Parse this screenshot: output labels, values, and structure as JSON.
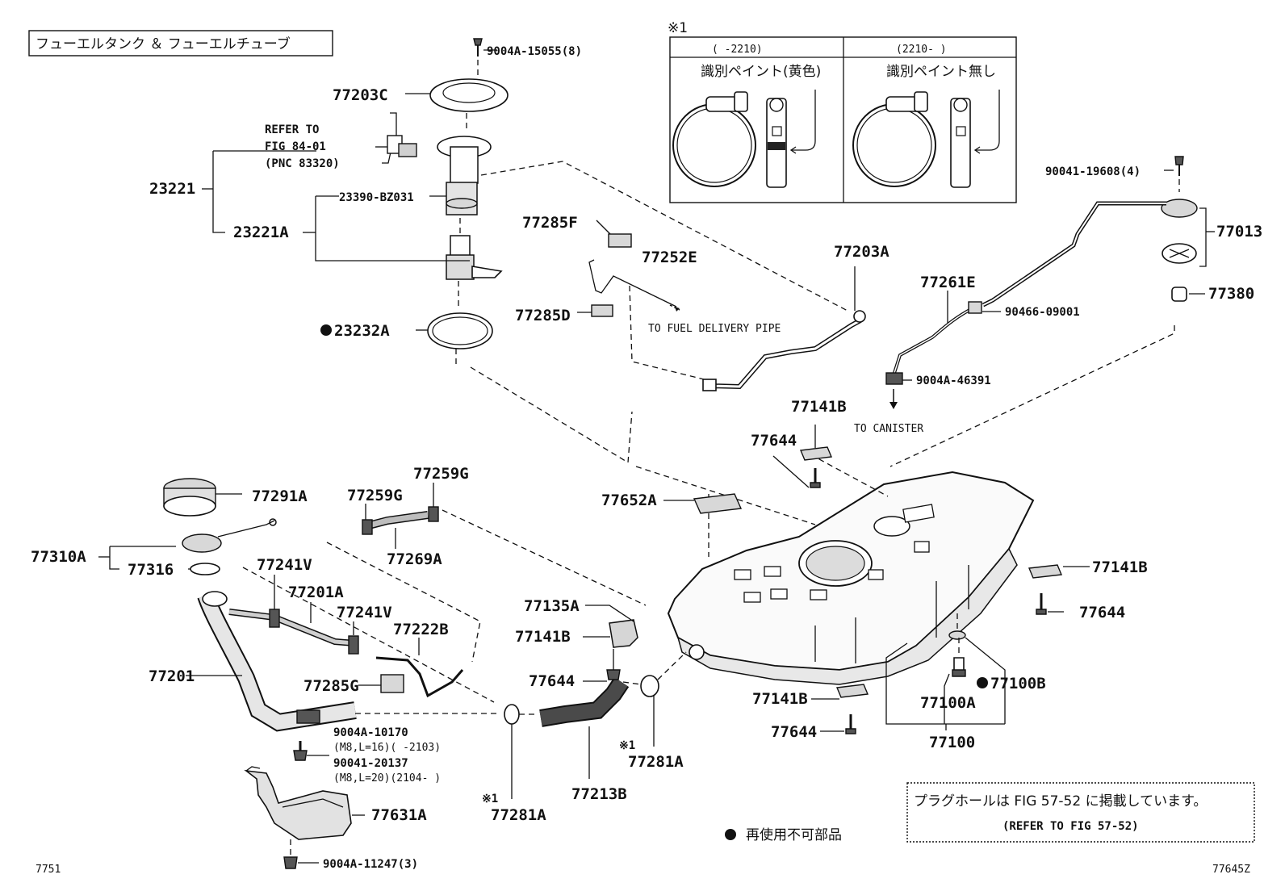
{
  "title": "フューエルタンク ＆ フューエルチューブ",
  "footer_left": "7751",
  "footer_right": "77645Z",
  "legend": {
    "marker": "●",
    "text": "再使用不可部品"
  },
  "note": {
    "line1": "プラグホールは FIG 57-52 に掲載しています。",
    "line2": "(REFER TO FIG 57-52)"
  },
  "inset": {
    "ref": "※1",
    "left_range": "(     -2210)",
    "right_range": "(2210-     )",
    "left_desc": "識別ペイント(黄色)",
    "right_desc": "識別ペイント無し"
  },
  "refer_to": {
    "line1": "REFER TO",
    "line2": "FIG 84-01",
    "line3": "(PNC 83320)"
  },
  "destinations": {
    "fuel_pipe": "TO FUEL DELIVERY PIPE",
    "canister": "TO CANISTER"
  },
  "bolt_spec": {
    "a_part": "9004A-10170",
    "a_spec": "(M8,L=16)(      -2103)",
    "b_part": "90041-20137",
    "b_spec": "(M8,L=20)(2104-      )"
  },
  "labels": {
    "p9004A_15055": "9004A-15055(8)",
    "p77203C": "77203C",
    "p23221": "23221",
    "p23221A": "23221A",
    "p23390": "23390-BZ031",
    "p23232A": "23232A",
    "p77285F": "77285F",
    "p77252E": "77252E",
    "p77285D": "77285D",
    "p77203A": "77203A",
    "p90041_19608": "90041-19608(4)",
    "p77013": "77013",
    "p77380": "77380",
    "p77261E": "77261E",
    "p90466": "90466-09001",
    "p9004A_46391": "9004A-46391",
    "p77141B_a": "77141B",
    "p77644_a": "77644",
    "p77652A": "77652A",
    "p77291A": "77291A",
    "p77259G_a": "77259G",
    "p77259G_b": "77259G",
    "p77269A": "77269A",
    "p77310A": "77310A",
    "p77316": "77316",
    "p77241V_a": "77241V",
    "p77201A": "77201A",
    "p77241V_b": "77241V",
    "p77222B": "77222B",
    "p77285G": "77285G",
    "p77201": "77201",
    "p77135A": "77135A",
    "p77141B_b": "77141B",
    "p77644_b": "77644",
    "p77141B_c": "77141B",
    "p77644_c": "77644",
    "p77141B_d": "77141B",
    "p77644_d": "77644",
    "p77100B": "77100B",
    "p77100A": "77100A",
    "p77100": "77100",
    "p77281A_a": "77281A",
    "p77281A_b": "77281A",
    "p77213B": "77213B",
    "p77631A": "77631A",
    "p9004A_11247": "9004A-11247(3)",
    "ref_a": "※1",
    "ref_b": "※1"
  }
}
